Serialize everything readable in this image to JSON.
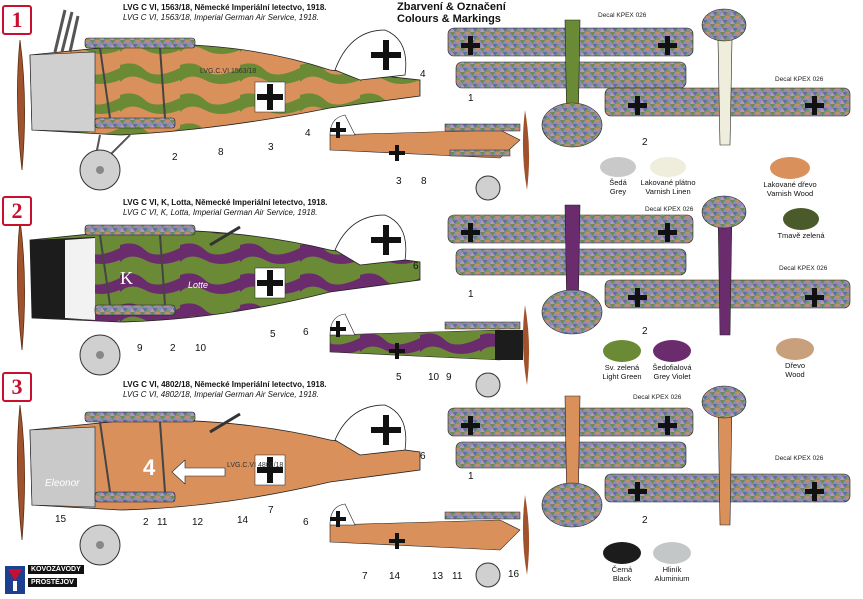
{
  "header": {
    "line1": "Zbarvení & Označení",
    "line2": "Colours & Markings"
  },
  "schemes": [
    {
      "num": "1",
      "cz": "LVG C VI, 1563/18, Německé Imperiální letectvo, 1918.",
      "en": "LVG C VI, 1563/18, Imperial German Air Service, 1918.",
      "serial": "LVG.C.VI 1563/18"
    },
    {
      "num": "2",
      "cz": "LVG C VI, K, Lotta, Německé Imperiální letectvo, 1918.",
      "en": "LVG C VI, K, Lotta, Imperial German Air Service, 1918.",
      "serial": "Lotte",
      "letter": "K"
    },
    {
      "num": "3",
      "cz": "LVG C VI, 4802/18, Německé Imperiální letectvo, 1918.",
      "en": "LVG C VI, 4802/18, Imperial German Air Service, 1918.",
      "serial": "LVG.C.VI 4802/18",
      "nose": "Eleonor",
      "bignum": "4"
    }
  ],
  "decal": "Decal KPEX 026",
  "callouts": {
    "s1": [
      "1",
      "2",
      "8",
      "3",
      "4",
      "4",
      "3",
      "8",
      "2"
    ],
    "s2": [
      "6",
      "9",
      "2",
      "10",
      "5",
      "6",
      "5",
      "10",
      "9",
      "1",
      "2"
    ],
    "s3": [
      "6",
      "15",
      "2",
      "11",
      "12",
      "14",
      "7",
      "6",
      "7",
      "14",
      "13",
      "11",
      "16",
      "1",
      "2"
    ]
  },
  "colors": [
    {
      "cz": "Šedá",
      "en": "Grey",
      "hex": "#c9c9c9"
    },
    {
      "cz": "Lakované plátno",
      "en": "Varnish Linen",
      "hex": "#efeedd"
    },
    {
      "cz": "Lakované dřevo",
      "en": "Varnish Wood",
      "hex": "#d9905a"
    },
    {
      "cz": "Tmavě zelená",
      "en": "",
      "hex": "#4b5a2b"
    },
    {
      "cz": "Sv. zelená",
      "en": "Light Green",
      "hex": "#6a8a36"
    },
    {
      "cz": "Šedofialová",
      "en": "Grey Violet",
      "hex": "#6b2c6e"
    },
    {
      "cz": "Dřevo",
      "en": "Wood",
      "hex": "#c9a07c"
    },
    {
      "cz": "Černá",
      "en": "Black",
      "hex": "#1c1c1c"
    },
    {
      "cz": "Hliník",
      "en": "Aluminium",
      "hex": "#c4c7c8"
    }
  ],
  "logo": {
    "top": "KOVOZÁVODY",
    "bottom": "PROSTĚJOV"
  }
}
